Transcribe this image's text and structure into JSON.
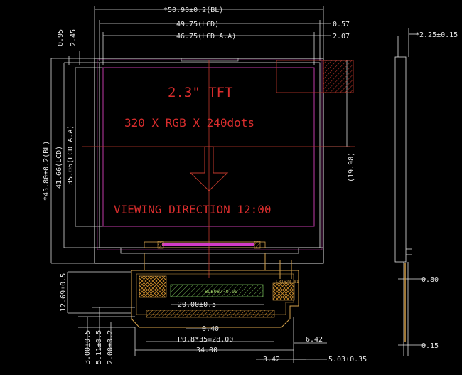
{
  "title": "2.3\" TFT",
  "resolution": "320 X RGB X 240dots",
  "viewing": "VIEWING DIRECTION 12:00",
  "fpc_label": "BOB087-0.00",
  "fpc_label_right": "LR1620-01",
  "dims": {
    "w_bl": "*50.90±0.2(BL)",
    "w_lcd": "49.75(LCD)",
    "w_aa": "46.75(LCD A.A)",
    "r_057": "0.57",
    "r_207": "2.07",
    "l_095": "0.95",
    "l_245": "2.45",
    "h_bl": "*45.80±0.2(BL)",
    "h_lcd": "41.66(LCD)",
    "h_aa": "35.06(LCD A.A)",
    "h_1998": "(19.98)",
    "t_225": "*2.25±0.15",
    "f_1269": "12.69±0.5",
    "f_300": "3.00±0.5",
    "f_511": "5.11±0.5",
    "f_200": "2.00±0.2",
    "f_2000": "20.00±0.5",
    "f_040": "0.40",
    "f_pitch": "P0.8*35=28.00",
    "f_3400": "34.00",
    "f_642": "6.42",
    "f_342": "3.42",
    "f_503": "5.03±0.35",
    "s_080": "0.80",
    "s_015": "0.15"
  }
}
